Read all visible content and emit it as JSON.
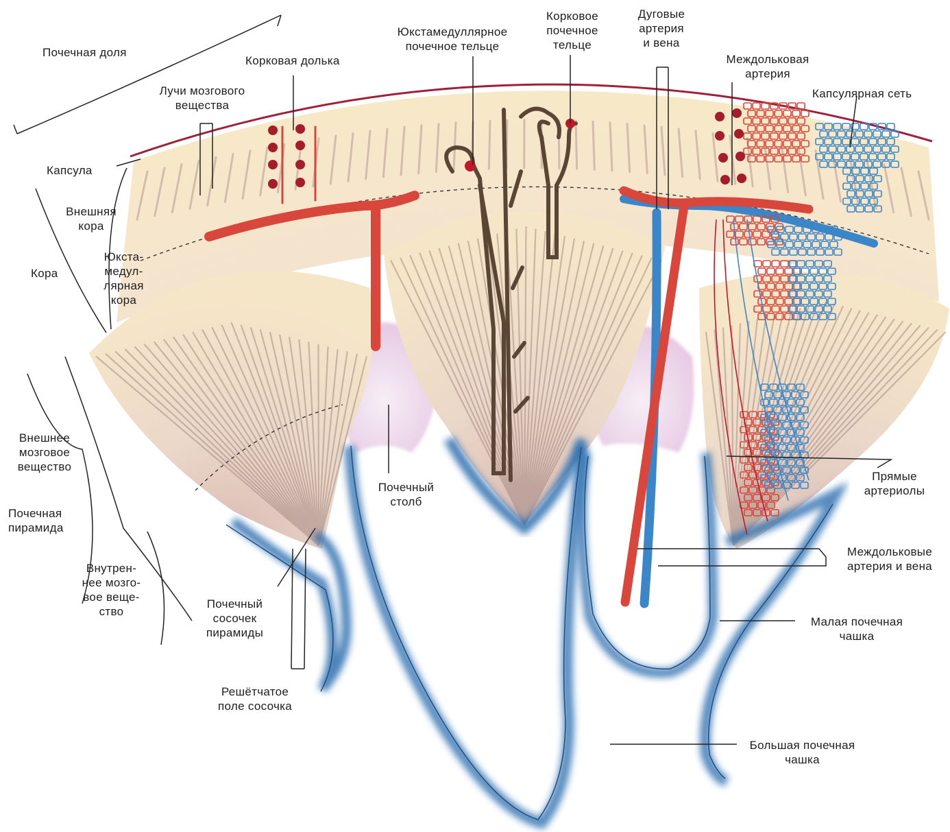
{
  "labels": {
    "renal_lobe": "Почечная доля",
    "cortical_lobule": "Корковая долька",
    "medullary_rays": "Лучи мозгового\nвещества",
    "juxtamedullary_corpuscle": "Юкстамедуллярное\nпочечное тельце",
    "cortical_corpuscle": "Корковое\nпочечное\nтельце",
    "arcuate_artery_vein": "Дуговые\nартерия\nи вена",
    "interlobular_artery": "Междольковая\nартерия",
    "capsular_network": "Капсулярная сеть",
    "capsule": "Капсула",
    "outer_cortex": "Внешняя\nкора",
    "cortex": "Кора",
    "juxtamedullary_cortex": "Юкста-\nмедул-\nлярная\nкора",
    "outer_medulla": "Внешнее\nмозговое\nвещество",
    "renal_pyramid": "Почечная\nпирамида",
    "inner_medulla": "Внутрен-\nнее мозго-\nвое веще-\nство",
    "renal_papilla": "Почечный\nсосочек\nпирамиды",
    "cribriform_area": "Решётчатое\nполе сосочка",
    "renal_column": "Почечный\nстолб",
    "vasa_recta": "Прямые\nартериолы",
    "interlobar_artery_vein": "Междольковые\nартерия и вена",
    "minor_calyx": "Малая почечная\nчашка",
    "major_calyx": "Большая почечная\nчашка"
  },
  "colors": {
    "artery": "#d9463c",
    "vein": "#3a86c8",
    "tubule": "#5b4636",
    "cortex_fill": "#f6e6c8",
    "column_fill": "#f1dcea",
    "calyx_blue": "#2f6fb0",
    "capsule_line": "#a0203a"
  }
}
